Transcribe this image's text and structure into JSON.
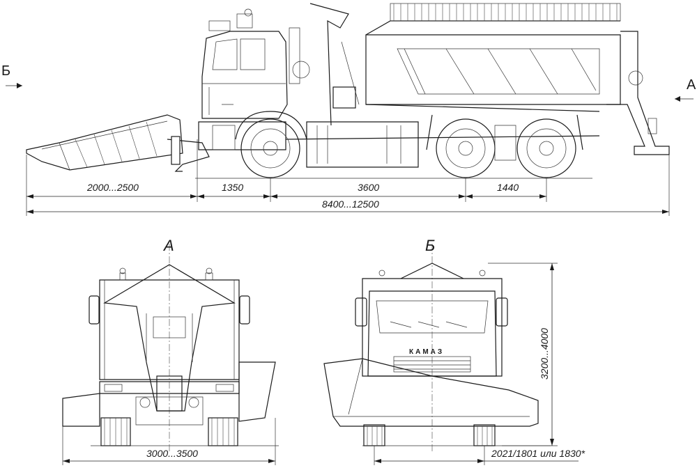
{
  "views": {
    "side": {
      "arrow_left_label": "Б",
      "arrow_right_label": "А",
      "dim_plow": "2000...2500",
      "dim_front": "1350",
      "dim_wheelbase": "3600",
      "dim_rear": "1440",
      "dim_total": "8400...12500"
    },
    "rear": {
      "title": "А",
      "dim_width": "3000...3500"
    },
    "front": {
      "title": "Б",
      "brand": "КАМАЗ",
      "dim_height": "3200...4000",
      "dim_track": "2021/1801 или 1830*"
    }
  }
}
